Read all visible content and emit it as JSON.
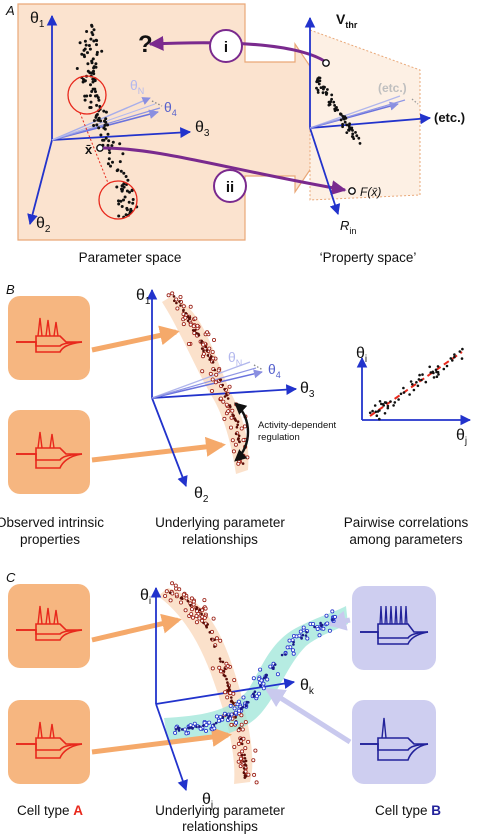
{
  "panels": {
    "a": {
      "letter": "A",
      "axis_theta1": "θ",
      "axis_theta1_sub": "1",
      "axis_theta2": "θ",
      "axis_theta2_sub": "2",
      "axis_theta3": "θ",
      "axis_theta3_sub": "3",
      "axis_theta4": "θ",
      "axis_theta4_sub": "4",
      "axis_thetaN": "θ",
      "axis_thetaN_sub": "N",
      "xbar": "x̄",
      "question": "?",
      "step_i": "i",
      "step_ii": "ii",
      "vthr": "V",
      "vthr_sub": "thr",
      "rin": "R",
      "rin_sub": "in",
      "etc_grey": "(etc.)",
      "etc_black": "(etc.)",
      "fx": "F(x̄)",
      "caption_left": "Parameter space",
      "caption_right": "‘Property space’"
    },
    "b": {
      "letter": "B",
      "axis_theta1": "θ",
      "axis_theta1_sub": "1",
      "axis_theta2": "θ",
      "axis_theta2_sub": "2",
      "axis_theta3": "θ",
      "axis_theta3_sub": "3",
      "axis_theta4": "θ",
      "axis_theta4_sub": "4",
      "axis_thetaN": "θ",
      "axis_thetaN_sub": "N",
      "activity_line1": "Activity-dependent",
      "activity_line2": "regulation",
      "corr_yaxis": "θ",
      "corr_yaxis_sub": "i",
      "corr_xaxis": "θ",
      "corr_xaxis_sub": "j",
      "caption_left_1": "Observed intrinsic",
      "caption_left_2": "properties",
      "caption_mid_1": "Underlying parameter",
      "caption_mid_2": "relationships",
      "caption_right_1": "Pairwise correlations",
      "caption_right_2": "among parameters"
    },
    "c": {
      "letter": "C",
      "axis_thetai": "θ",
      "axis_thetai_sub": "i",
      "axis_thetaj": "θ",
      "axis_thetaj_sub": "j",
      "axis_thetak": "θ",
      "axis_thetak_sub": "k",
      "caption_left": "Cell type ",
      "caption_left_bold": "A",
      "caption_mid_1": "Underlying parameter",
      "caption_mid_2": "relationships",
      "caption_right": "Cell type ",
      "caption_right_bold": "B"
    }
  },
  "colors": {
    "orange_fill": "#fbe3cf",
    "orange_border": "#e9a878",
    "orange_box": "#f5a96a",
    "blue_axis": "#2233cc",
    "purple": "#7a2a8e",
    "red_trace": "#e8281c",
    "blue_trace": "#22229a",
    "lavender_box": "#c9c9ee",
    "teal_band": "#9ee6d8",
    "red_dashed": "#e8281c"
  }
}
